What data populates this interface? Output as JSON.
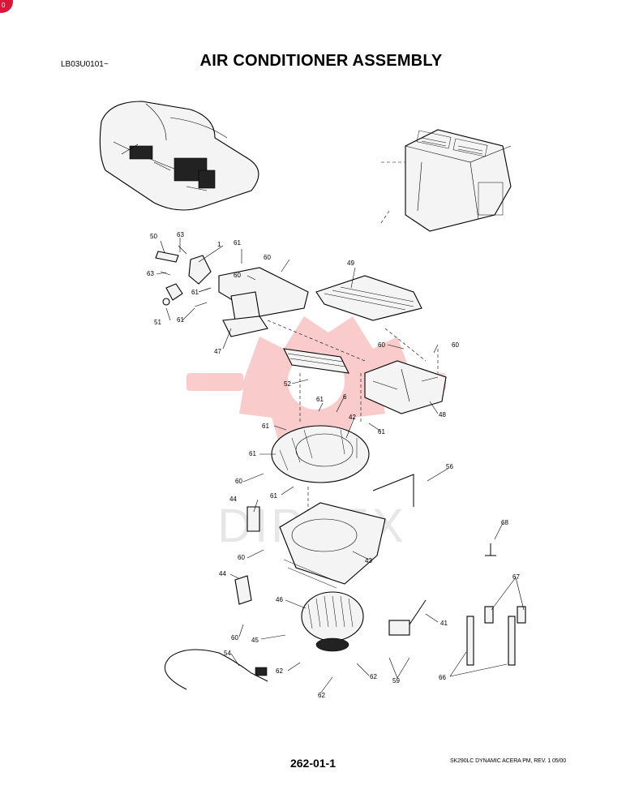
{
  "header": {
    "code": "LB03U0101~",
    "title": "AIR CONDITIONER ASSEMBLY"
  },
  "footer": {
    "page_number": "262-01-1",
    "manual_ref": "SK290LC DYNAMIC ACERA PM, REV. 1 05/00"
  },
  "watermark": {
    "text": "DIPTEX",
    "color": "#f26d6d"
  },
  "badge": {
    "text": "0",
    "color": "#d9173a"
  },
  "callouts": [
    {
      "id": "c1",
      "text": "1"
    },
    {
      "id": "c50",
      "text": "50"
    },
    {
      "id": "c63a",
      "text": "63"
    },
    {
      "id": "c63b",
      "text": "63"
    },
    {
      "id": "c61a",
      "text": "61"
    },
    {
      "id": "c60a",
      "text": "60"
    },
    {
      "id": "c60b",
      "text": "60"
    },
    {
      "id": "c49",
      "text": "49"
    },
    {
      "id": "c61b",
      "text": "61"
    },
    {
      "id": "c51",
      "text": "51"
    },
    {
      "id": "c61c",
      "text": "61"
    },
    {
      "id": "c47",
      "text": "47"
    },
    {
      "id": "c60c",
      "text": "60"
    },
    {
      "id": "c60d",
      "text": "60"
    },
    {
      "id": "c52",
      "text": "52"
    },
    {
      "id": "c61d",
      "text": "61"
    },
    {
      "id": "c6",
      "text": "6"
    },
    {
      "id": "c48",
      "text": "48"
    },
    {
      "id": "c42",
      "text": "42"
    },
    {
      "id": "c61e",
      "text": "61"
    },
    {
      "id": "c61f",
      "text": "61"
    },
    {
      "id": "c61g",
      "text": "61"
    },
    {
      "id": "c56",
      "text": "56"
    },
    {
      "id": "c60e",
      "text": "60"
    },
    {
      "id": "c61h",
      "text": "61"
    },
    {
      "id": "c44a",
      "text": "44"
    },
    {
      "id": "c68",
      "text": "68"
    },
    {
      "id": "c60f",
      "text": "60"
    },
    {
      "id": "c43",
      "text": "43"
    },
    {
      "id": "c44b",
      "text": "44"
    },
    {
      "id": "c67",
      "text": "67"
    },
    {
      "id": "c46",
      "text": "46"
    },
    {
      "id": "c41",
      "text": "41"
    },
    {
      "id": "c60g",
      "text": "60"
    },
    {
      "id": "c45",
      "text": "45"
    },
    {
      "id": "c54",
      "text": "54"
    },
    {
      "id": "c62a",
      "text": "62"
    },
    {
      "id": "c62b",
      "text": "62"
    },
    {
      "id": "c59",
      "text": "59"
    },
    {
      "id": "c66",
      "text": "66"
    },
    {
      "id": "c62c",
      "text": "62"
    }
  ]
}
